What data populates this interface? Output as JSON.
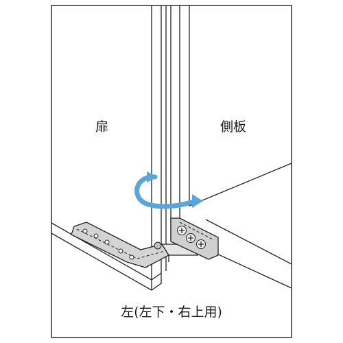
{
  "labels": {
    "door": "扉",
    "side_panel": "側板",
    "caption": "左(左下・右上用)"
  },
  "colors": {
    "line": "#222222",
    "background": "#ffffff",
    "metal": "#c9c9c9",
    "metal_dark": "#9a9a9a",
    "arrow": "#5aa6dc"
  },
  "icons": {
    "rotation": "curved-arrow-icon",
    "screw": "cross-screw-icon"
  }
}
